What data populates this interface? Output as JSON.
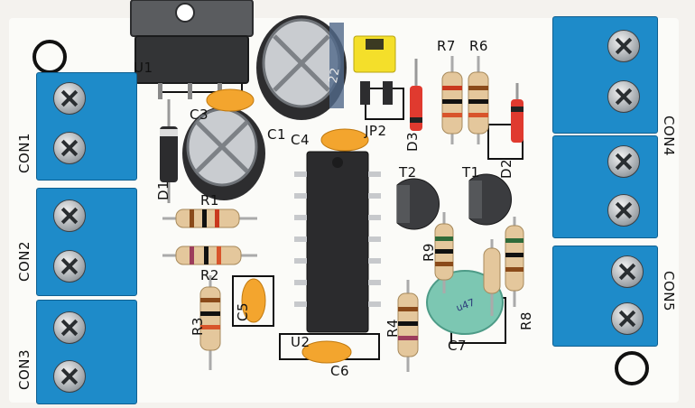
{
  "labels": {
    "con1": "CON1",
    "con2": "CON2",
    "con3": "CON3",
    "con4": "CON4",
    "con5": "CON5",
    "u1": "U1",
    "u2": "U2",
    "c1": "C1",
    "c3": "C3",
    "c4": "C4",
    "c5": "C5",
    "c6": "C6",
    "c7": "C7",
    "r1": "R1",
    "r2": "R2",
    "r3": "R3",
    "r4": "R4",
    "r6": "R6",
    "r7": "R7",
    "r8": "R8",
    "r9": "R9",
    "t1": "T1",
    "t2": "T2",
    "d1": "D1",
    "d2": "D2",
    "d3": "D3",
    "jp2": "JP2",
    "cap_marking": "22"
  },
  "colors": {
    "pcb": "#fbfbf8",
    "terminal_blue": "#2c9fe0",
    "ic_black": "#2b2b2d",
    "resistor_tan": "#e4c79c",
    "capacitor_orange": "#f3a52e",
    "film_cap_green": "#7cc7b2",
    "jumper_yellow": "#f4df2a"
  }
}
